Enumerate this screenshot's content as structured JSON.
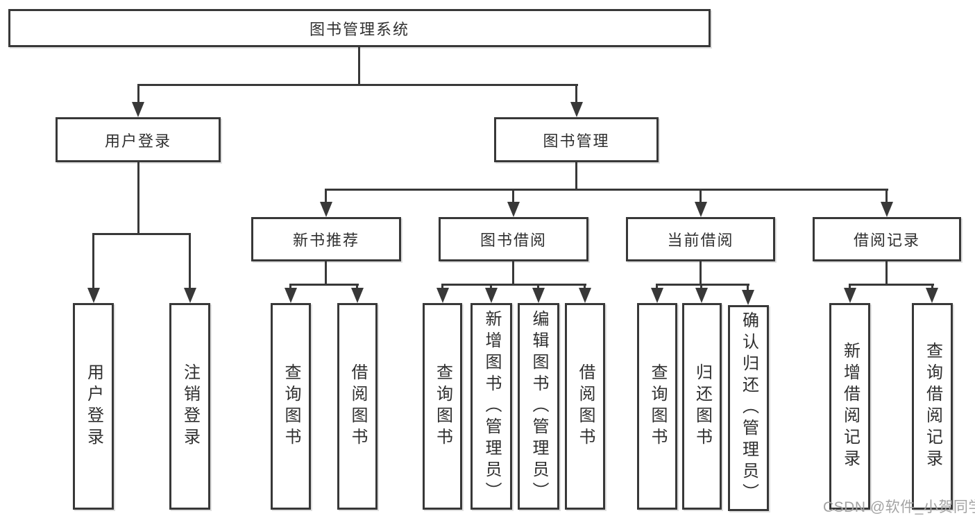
{
  "tree": {
    "root": {
      "label": "图书管理系统"
    },
    "level2": [
      {
        "label": "用户登录",
        "children": [
          {
            "label": "用户登录"
          },
          {
            "label": "注销登录"
          }
        ]
      },
      {
        "label": "图书管理",
        "children": [
          {
            "label": "新书推荐",
            "children": [
              {
                "label": "查询图书"
              },
              {
                "label": "借阅图书"
              }
            ]
          },
          {
            "label": "图书借阅",
            "children": [
              {
                "label": "查询图书"
              },
              {
                "label": "新增图书（管理员）"
              },
              {
                "label": "编辑图书（管理员）"
              },
              {
                "label": "借阅图书"
              }
            ]
          },
          {
            "label": "当前借阅",
            "children": [
              {
                "label": "查询图书"
              },
              {
                "label": "归还图书"
              },
              {
                "label": "确认归还（管理员）"
              }
            ]
          },
          {
            "label": "借阅记录",
            "children": [
              {
                "label": "新增借阅记录"
              },
              {
                "label": "查询借阅记录"
              }
            ]
          }
        ]
      }
    ]
  },
  "watermark": {
    "text": "CSDN @软件_小贺同学"
  },
  "colors": {
    "line": "#383838",
    "text": "#2f2f2f",
    "watermark": "#a3a3a3",
    "background": "#ffffff"
  }
}
